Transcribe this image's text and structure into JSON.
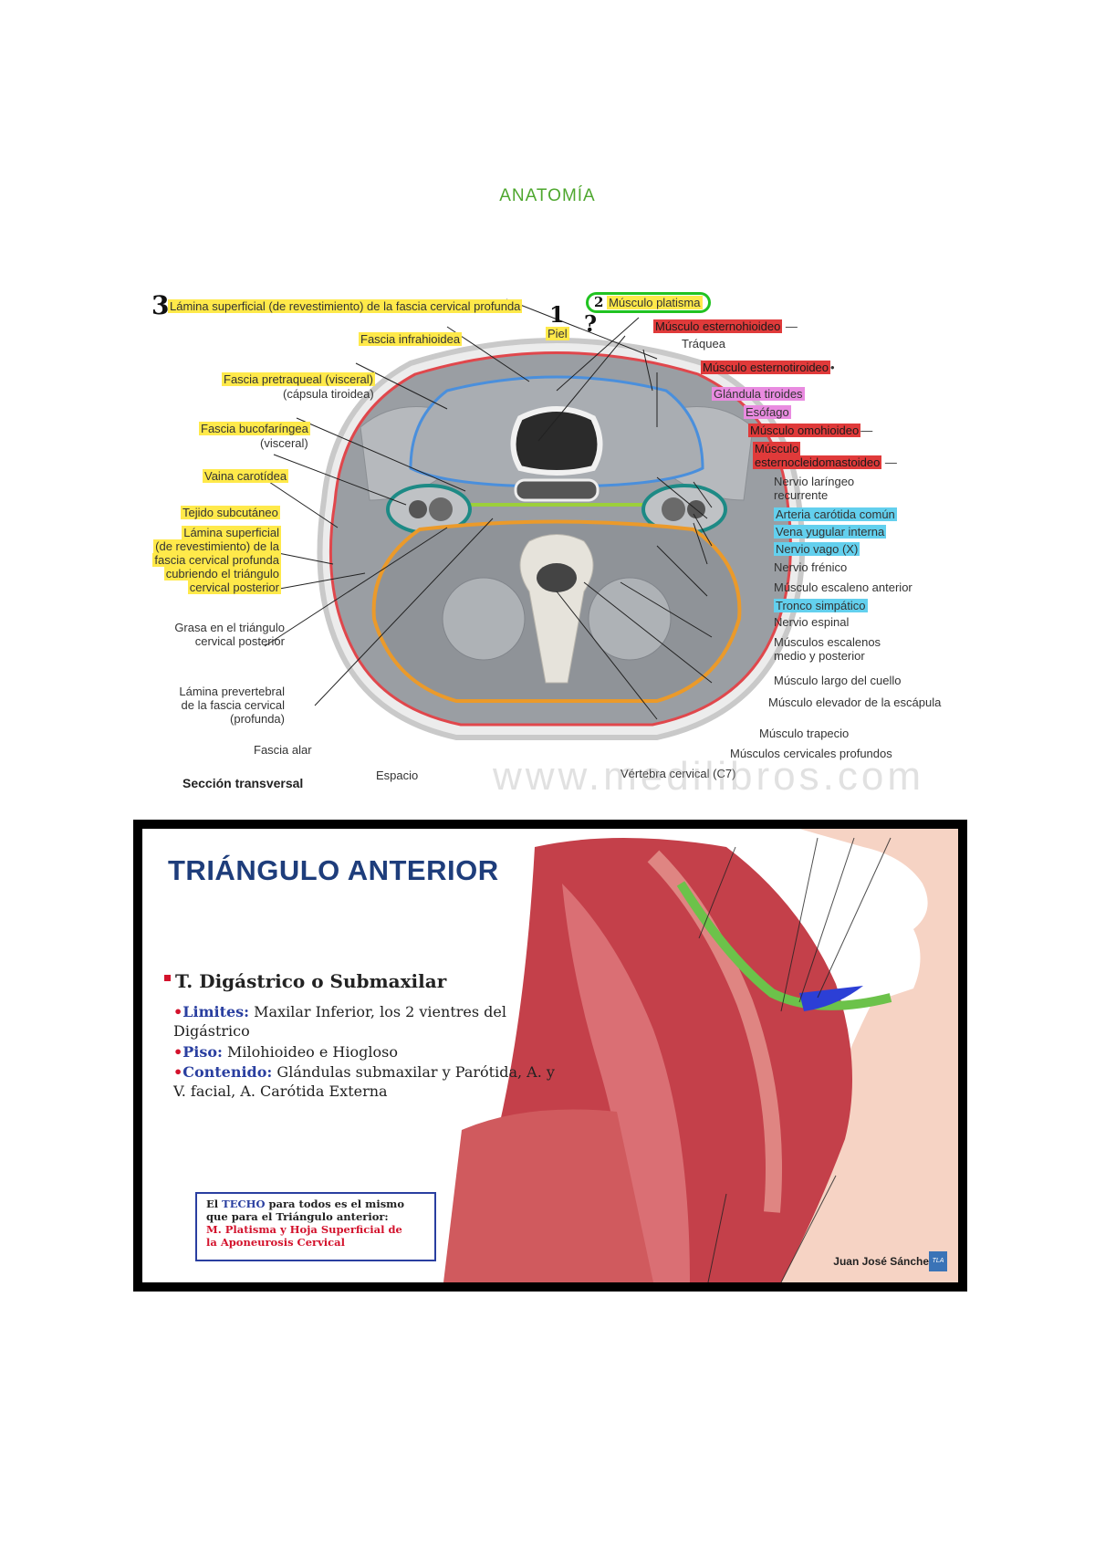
{
  "doc_title": "ANATOMÍA",
  "figure1": {
    "handwritten_marks": [
      "3",
      "2",
      "1",
      "?"
    ],
    "labels_left": {
      "lamina_superficial_top": "Lámina superficial (de revestimiento) de la fascia cervical profunda",
      "fascia_infrahioidea": "Fascia infrahioidea",
      "fascia_pretraqueal": "Fascia pretraqueal (visceral)",
      "capsula_tiroidea": "(cápsula tiroidea)",
      "fascia_bucofaringea": "Fascia bucofaríngea",
      "visceral": "(visceral)",
      "vaina_carotidea": "Vaina carotídea",
      "tejido_subcutaneo": "Tejido subcutáneo",
      "lamina_sup_1": "Lámina superficial",
      "lamina_sup_2": "(de revestimiento) de la",
      "lamina_sup_3": "fascia cervical profunda",
      "lamina_sup_4": "cubriendo el triángulo",
      "lamina_sup_5": "cervical posterior",
      "grasa_1": "Grasa en el triángulo",
      "grasa_2": "cervical posterior",
      "prevertebral_1": "Lámina prevertebral",
      "prevertebral_2": "de la fascia cervical",
      "prevertebral_3": "(profunda)",
      "fascia_alar": "Fascia alar",
      "espacio": "Espacio",
      "section_title": "Sección transversal"
    },
    "labels_right": {
      "piel": "Piel",
      "musculo_platisma": "Músculo platisma",
      "esternohioideo": "Músculo esternohioideo",
      "traquea": "Tráquea",
      "esternotiroideo": "Músculo esternotiroideo",
      "glandula_tiroides": "Glándula tiroides",
      "esofago": "Esófago",
      "omohioideo": "Músculo omohioideo",
      "ecm_1": "Músculo",
      "ecm_2": "esternocleidomastoideo",
      "laringeo_1": "Nervio laríngeo",
      "laringeo_2": "recurrente",
      "carotida": "Arteria carótida común",
      "yugular": "Vena yugular interna",
      "vago": "Nervio vago (X)",
      "frenico": "Nervio frénico",
      "escaleno_anterior": "Músculo escaleno anterior",
      "tronco_simpatico": "Tronco simpático",
      "nervio_espinal": "Nervio espinal",
      "escalenos_1": "Músculos escalenos",
      "escalenos_2": "medio y posterior",
      "largo_cuello": "Músculo largo del cuello",
      "elevador": "Músculo elevador de la escápula",
      "trapecio": "Músculo trapecio",
      "cervicales_profundos": "Músculos cervicales profundos",
      "vertebra": "Vértebra cervical (C7)"
    },
    "watermark": "www.medilibros.com"
  },
  "figure2": {
    "title": "TRIÁNGULO ANTERIOR",
    "heading": "T.  Digástrico o Submaxilar",
    "limites_key": "Limites:",
    "limites_val": " Maxilar Inferior, los 2 vientres del Digástrico",
    "piso_key": "Piso:",
    "piso_val": " Milohioideo e Hiogloso",
    "contenido_key": "Contenido:",
    "contenido_val": " Glándulas submaxilar y Parótida, A. y V. facial, A. Carótida Externa",
    "note_1a": "El ",
    "note_1b": "TECHO",
    "note_1c": " para todos es el mismo",
    "note_2": "que para el Triángulo anterior:",
    "note_3": "M. Platisma y Hoja Superficial de",
    "note_4": "la Aponeurosis Cervical",
    "author": "Juan José Sánchez",
    "badge": "TLA"
  },
  "colors": {
    "title_green": "#4ea72e",
    "highlight_yellow": "#ffe94a",
    "highlight_red": "#e03a3a",
    "highlight_pink": "#e98be0",
    "highlight_blue": "#63d0ee",
    "slide_blue": "#1e3d7b",
    "accent_red": "#d3122c"
  }
}
